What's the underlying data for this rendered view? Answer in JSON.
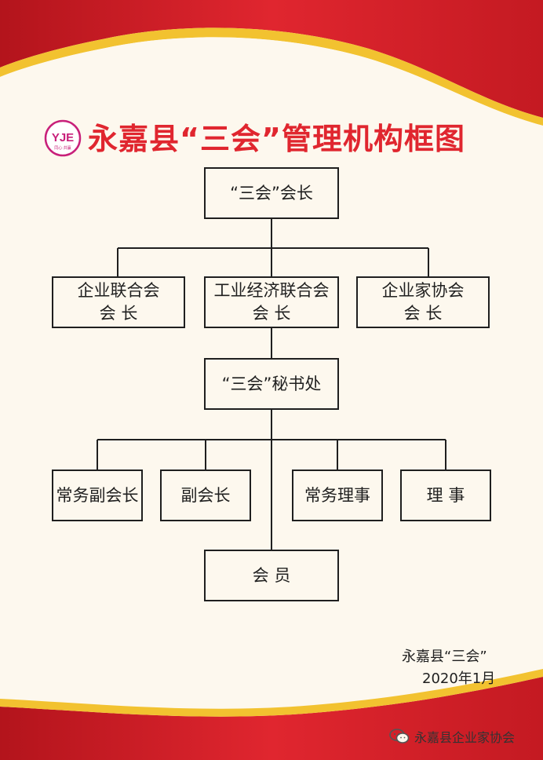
{
  "title": "永嘉县“三会”管理机构框图",
  "logo": {
    "letters": "YJE",
    "subtext": "同心·共赢",
    "icon": "ye-logo"
  },
  "org": {
    "top": "“三会”会长",
    "level2": [
      {
        "line1": "企业联合会",
        "line2": "会  长"
      },
      {
        "line1": "工业经济联合会",
        "line2": "会  长"
      },
      {
        "line1": "企业家协会",
        "line2": "会  长"
      }
    ],
    "secretariat": "“三会”秘书处",
    "level4": [
      "常务副会长",
      "副会长",
      "常务理事",
      "理  事"
    ],
    "members": "会  员"
  },
  "signature": {
    "org": "永嘉县“三会”",
    "date": "2020年1月"
  },
  "watermark": {
    "icon": "wechat-icon",
    "text": "永嘉县企业家协会"
  },
  "colors": {
    "title": "#e0262f",
    "band_red": "#d8232a",
    "band_gold": "#f2c230",
    "line": "#1f1f1f"
  }
}
